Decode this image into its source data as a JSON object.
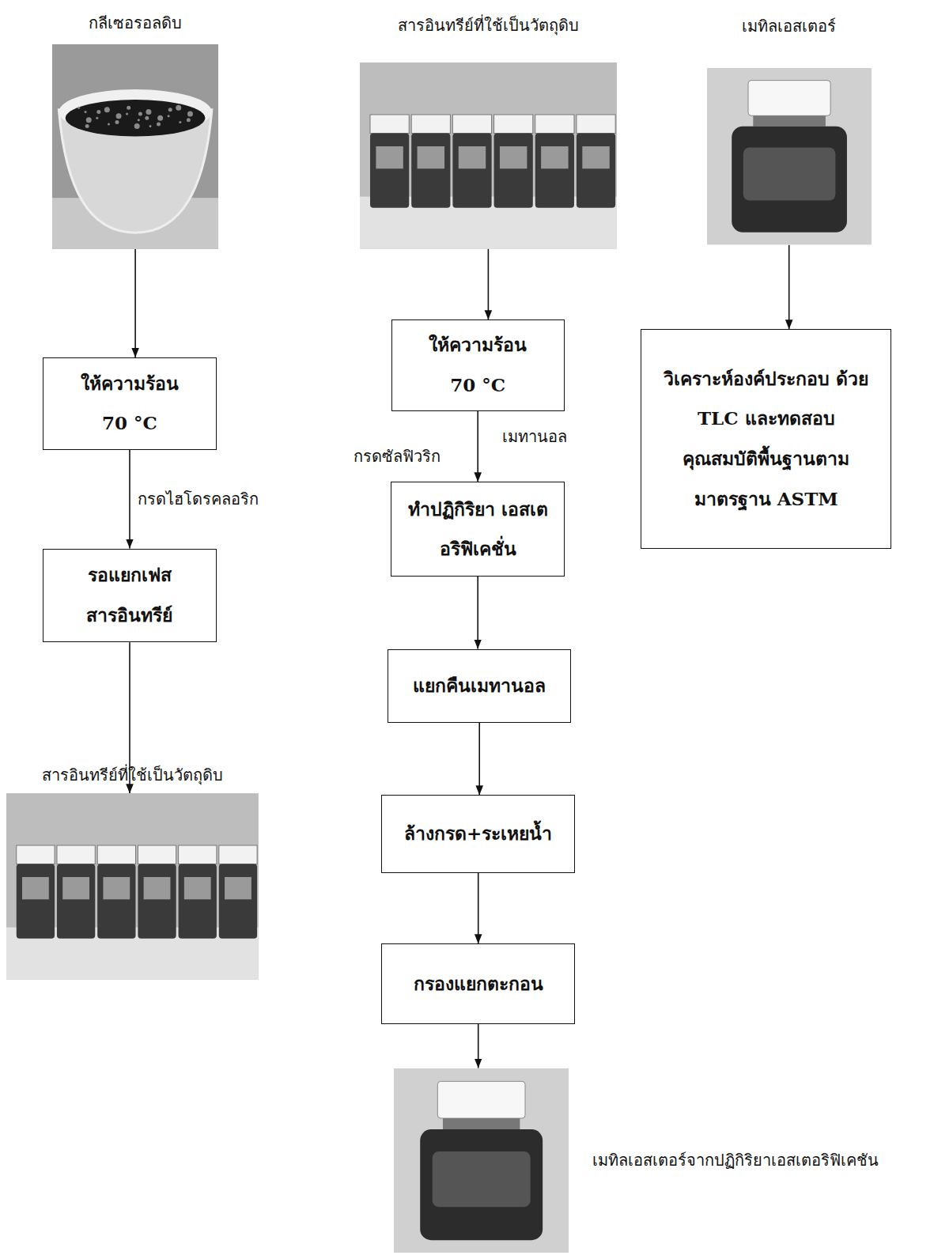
{
  "diagram": {
    "nodes": [
      {
        "text": [
          "กลีเซอรอลดิบ"
        ]
      },
      {
        "text": [
          "ให้ความร้อน 70 °C"
        ]
      },
      {
        "text": [
          "รอแยกเฟส สารอินทรีย์"
        ]
      },
      {
        "text": [
          "สารอินทรีย์ที่ใช้เป็นวัตถุดิบ"
        ]
      },
      {
        "text": [
          "สารอินทรีย์ที่ใช้เป็นวัตถุดิบ"
        ]
      },
      {
        "text": [
          "ให้ความร้อน 70 °C"
        ]
      },
      {
        "text": [
          "ทำปฏิกิริยา เอสเตอริฟิเคชั่น"
        ]
      },
      {
        "text": [
          "แยกคืนเมทานอล"
        ]
      },
      {
        "text": [
          "ล้างกรด+ระเหยน้ำ"
        ]
      },
      {
        "text": [
          "กรองแยกตะกอน"
        ]
      },
      {
        "text": [
          "เมทิลเอสเตอร์จากปฏิกิริยาเอสเตอริฟิเคชัน"
        ]
      },
      {
        "text": [
          "เมทิลเอสเตอร์"
        ]
      },
      {
        "text": [
          "วิเคราะห์องค์ประกอบ ด้วย TLC และทดสอบ คุณสมบัติพื้นฐานตาม มาตรฐาน ASTM"
        ]
      }
    ],
    "edges": [
      {
        "from": 0,
        "to": 1,
        "arrow": "to"
      },
      {
        "from": 1,
        "to": 2,
        "label": "กรดไฮโดรคลอริก",
        "arrow": "to"
      },
      {
        "from": 2,
        "to": 3,
        "arrow": "to"
      },
      {
        "from": 4,
        "to": 5,
        "arrow": "to"
      },
      {
        "from": 5,
        "to": 6,
        "label": "เมทานอล",
        "arrow": "to"
      },
      {
        "from": 6,
        "to": 7,
        "arrow": "to"
      },
      {
        "from": 7,
        "to": 8,
        "arrow": "to"
      },
      {
        "from": 8,
        "to": 9,
        "arrow": "to"
      },
      {
        "from": 9,
        "to": 10,
        "arrow": "to"
      },
      {
        "from": 11,
        "to": 12,
        "arrow": "to"
      }
    ],
    "labels": [
      "กรดซัลฟิวริก"
    ]
  }
}
